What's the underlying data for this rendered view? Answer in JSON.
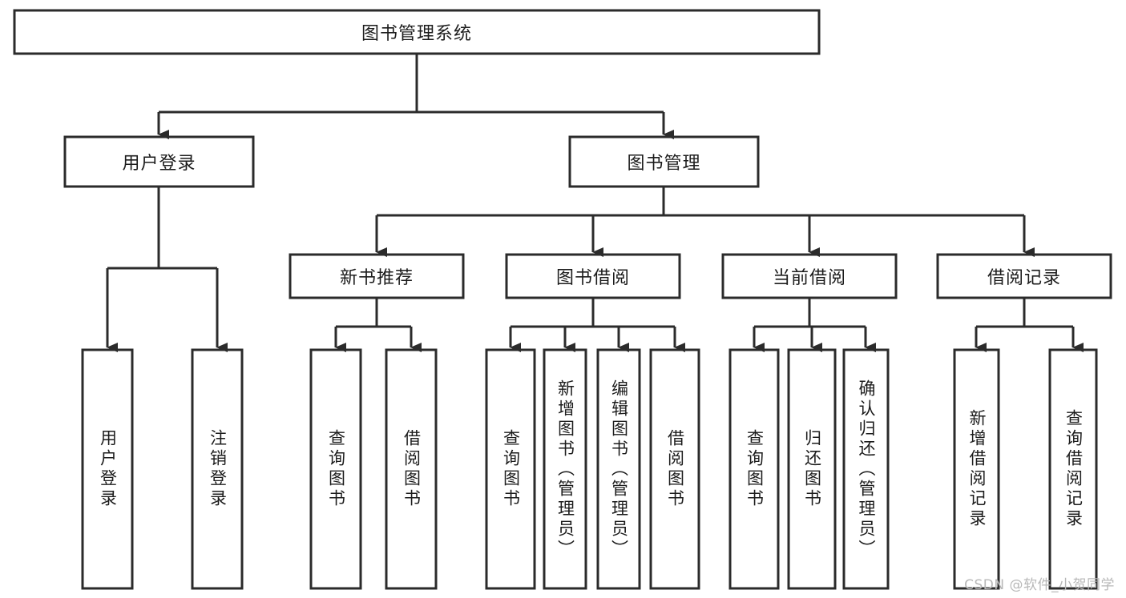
{
  "diagram": {
    "type": "tree-hierarchy",
    "title": "图书管理系统",
    "watermark": "CSDN @软件_小贺同学",
    "colors": {
      "box_stroke": "#2b2b2b",
      "box_fill": "#ffffff",
      "text": "#1c1c1c",
      "background": "#ffffff",
      "watermark": "#b8b8b8"
    },
    "nodes": {
      "root": {
        "label": "图书管理系统",
        "orientation": "horizontal"
      },
      "level2": [
        {
          "id": "user-login",
          "label": "用户登录",
          "orientation": "horizontal"
        },
        {
          "id": "book-management",
          "label": "图书管理",
          "orientation": "horizontal"
        }
      ],
      "level3": [
        {
          "id": "new-book-recommend",
          "label": "新书推荐",
          "orientation": "horizontal"
        },
        {
          "id": "book-borrow",
          "label": "图书借阅",
          "orientation": "horizontal"
        },
        {
          "id": "current-borrow",
          "label": "当前借阅",
          "orientation": "horizontal"
        },
        {
          "id": "borrow-record",
          "label": "借阅记录",
          "orientation": "horizontal"
        }
      ],
      "leaves": [
        {
          "id": "leaf-user-login",
          "label": "用户登录",
          "orientation": "vertical",
          "parent": "user-login"
        },
        {
          "id": "leaf-logout-login",
          "label": "注销登录",
          "orientation": "vertical",
          "parent": "user-login"
        },
        {
          "id": "leaf-query-book-1",
          "label": "查询图书",
          "orientation": "vertical",
          "parent": "new-book-recommend"
        },
        {
          "id": "leaf-borrow-book-1",
          "label": "借阅图书",
          "orientation": "vertical",
          "parent": "new-book-recommend"
        },
        {
          "id": "leaf-query-book-2",
          "label": "查询图书",
          "orientation": "vertical",
          "parent": "book-borrow"
        },
        {
          "id": "leaf-add-book",
          "label": "新增图书（管理员）",
          "orientation": "vertical",
          "parent": "book-borrow"
        },
        {
          "id": "leaf-edit-book",
          "label": "编辑图书（管理员）",
          "orientation": "vertical",
          "parent": "book-borrow"
        },
        {
          "id": "leaf-borrow-book-2",
          "label": "借阅图书",
          "orientation": "vertical",
          "parent": "book-borrow"
        },
        {
          "id": "leaf-query-book-3",
          "label": "查询图书",
          "orientation": "vertical",
          "parent": "current-borrow"
        },
        {
          "id": "leaf-return-book",
          "label": "归还图书",
          "orientation": "vertical",
          "parent": "current-borrow"
        },
        {
          "id": "leaf-confirm-return",
          "label": "确认归还（管理员）",
          "orientation": "vertical",
          "parent": "current-borrow"
        },
        {
          "id": "leaf-add-record",
          "label": "新增借阅记录",
          "orientation": "vertical",
          "parent": "borrow-record"
        },
        {
          "id": "leaf-query-record",
          "label": "查询借阅记录",
          "orientation": "vertical",
          "parent": "borrow-record"
        }
      ]
    }
  }
}
